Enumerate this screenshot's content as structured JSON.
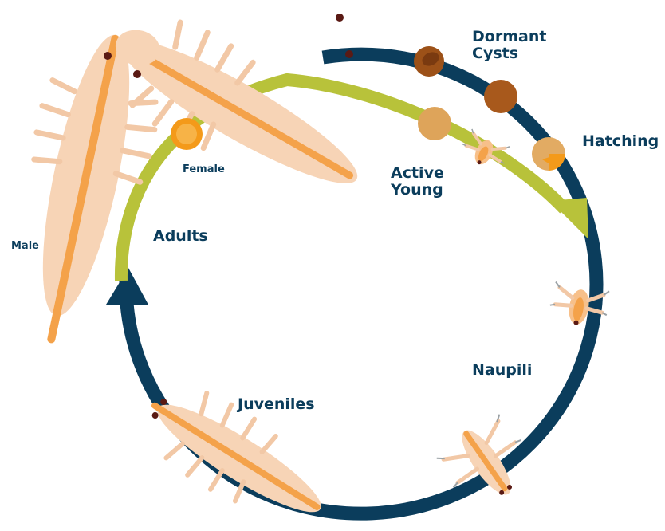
{
  "labels": {
    "dormant_cysts": "Dormant\nCysts",
    "hatching": "Hatching",
    "active_young": "Active\nYoung",
    "naupili": "Naupili",
    "juveniles": "Juveniles",
    "adults": "Adults",
    "female": "Female",
    "male": "Male"
  },
  "colors": {
    "cycle_arrow": "#0b3d5c",
    "active_arrow": "#b8c23a",
    "label_text": "#0b3d5c",
    "shrimp_body": "#f7d4b6",
    "shrimp_gut": "#f4a24a",
    "cyst_dark": "#a8591c",
    "cyst_light": "#dea45a",
    "eye": "#5a1a14"
  },
  "icons": [
    "male-shrimp",
    "female-shrimp",
    "egg-sac",
    "dormant-cyst",
    "hatching-cyst",
    "active-young-cyst",
    "hatchling",
    "nauplius",
    "metanauplius",
    "juvenile-shrimp"
  ]
}
